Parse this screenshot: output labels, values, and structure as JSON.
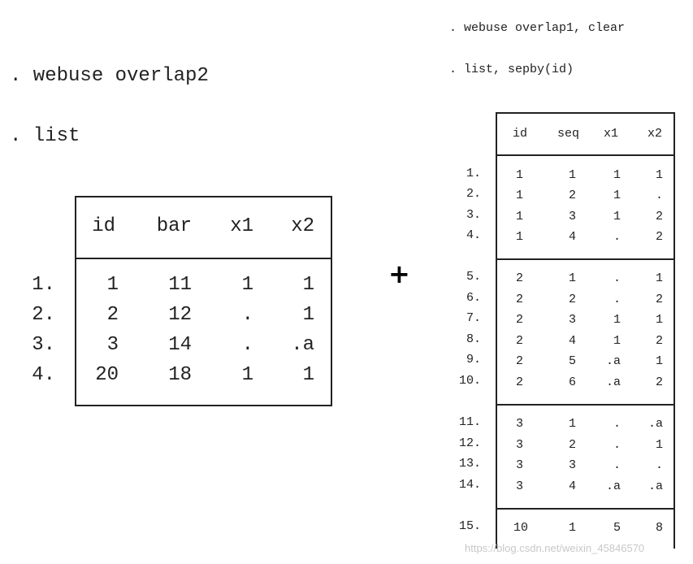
{
  "left": {
    "commands": [
      ". webuse overlap2",
      ". list"
    ],
    "headers": [
      "id",
      "bar",
      "x1",
      "x2"
    ],
    "rows": [
      {
        "num": "1.",
        "cells": [
          "1",
          "11",
          "1",
          "1"
        ]
      },
      {
        "num": "2.",
        "cells": [
          "2",
          "12",
          ".",
          "1"
        ]
      },
      {
        "num": "3.",
        "cells": [
          "3",
          "14",
          ".",
          ".a"
        ]
      },
      {
        "num": "4.",
        "cells": [
          "20",
          "18",
          "1",
          "1"
        ]
      }
    ]
  },
  "plus": "+",
  "right": {
    "commands": [
      ". webuse overlap1, clear",
      ". list, sepby(id)"
    ],
    "headers": [
      "id",
      "seq",
      "x1",
      "x2"
    ],
    "rows": [
      {
        "num": "1.",
        "cells": [
          "1",
          "1",
          "1",
          "1"
        ]
      },
      {
        "num": "2.",
        "cells": [
          "1",
          "2",
          "1",
          "."
        ]
      },
      {
        "num": "3.",
        "cells": [
          "1",
          "3",
          "1",
          "2"
        ]
      },
      {
        "num": "4.",
        "cells": [
          "1",
          "4",
          ".",
          "2"
        ]
      },
      {
        "num": "5.",
        "cells": [
          "2",
          "1",
          ".",
          "1"
        ]
      },
      {
        "num": "6.",
        "cells": [
          "2",
          "2",
          ".",
          "2"
        ]
      },
      {
        "num": "7.",
        "cells": [
          "2",
          "3",
          "1",
          "1"
        ]
      },
      {
        "num": "8.",
        "cells": [
          "2",
          "4",
          "1",
          "2"
        ]
      },
      {
        "num": "9.",
        "cells": [
          "2",
          "5",
          ".a",
          "1"
        ]
      },
      {
        "num": "10.",
        "cells": [
          "2",
          "6",
          ".a",
          "2"
        ]
      },
      {
        "num": "11.",
        "cells": [
          "3",
          "1",
          ".",
          ".a"
        ]
      },
      {
        "num": "12.",
        "cells": [
          "3",
          "2",
          ".",
          "1"
        ]
      },
      {
        "num": "13.",
        "cells": [
          "3",
          "3",
          ".",
          "."
        ]
      },
      {
        "num": "14.",
        "cells": [
          "3",
          "4",
          ".a",
          ".a"
        ]
      },
      {
        "num": "15.",
        "cells": [
          "10",
          "1",
          "5",
          "8"
        ]
      }
    ]
  },
  "watermark": "https://blog.csdn.net/weixin_45846570"
}
